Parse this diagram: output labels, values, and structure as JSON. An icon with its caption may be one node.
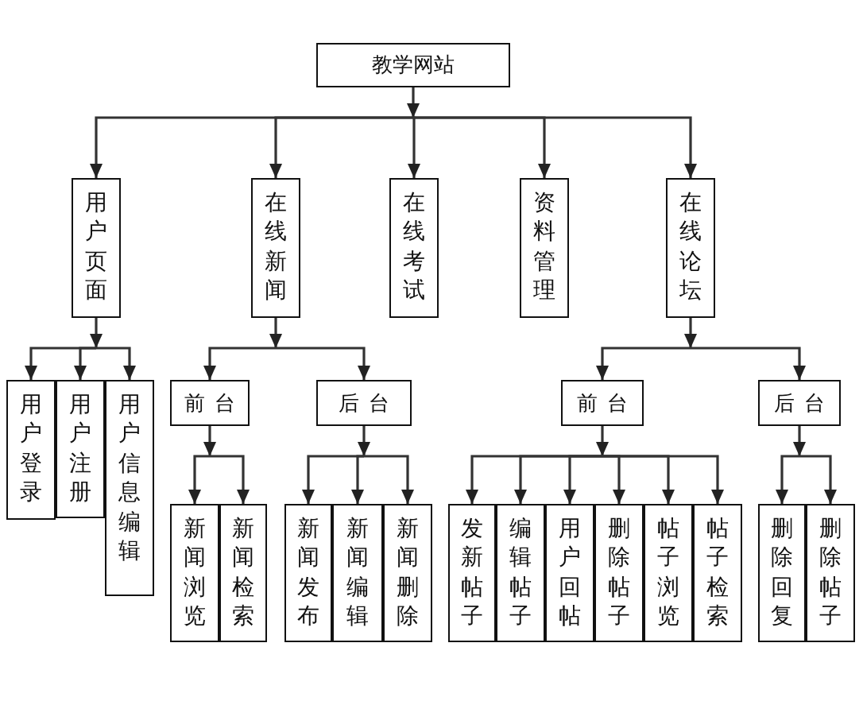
{
  "diagram": {
    "nodes": [
      {
        "text": [
          "教学网站"
        ]
      },
      {
        "text": [
          "用户页面"
        ]
      },
      {
        "text": [
          "在线新闻"
        ]
      },
      {
        "text": [
          "在线考试"
        ]
      },
      {
        "text": [
          "资料管理"
        ]
      },
      {
        "text": [
          "在线论坛"
        ]
      },
      {
        "text": [
          "用户登录"
        ]
      },
      {
        "text": [
          "用户注册"
        ]
      },
      {
        "text": [
          "用户信息编辑"
        ]
      },
      {
        "text": [
          "前台"
        ]
      },
      {
        "text": [
          "后台"
        ]
      },
      {
        "text": [
          "前台"
        ]
      },
      {
        "text": [
          "后台"
        ]
      },
      {
        "text": [
          "新闻浏览"
        ]
      },
      {
        "text": [
          "新闻检索"
        ]
      },
      {
        "text": [
          "新闻发布"
        ]
      },
      {
        "text": [
          "新闻编辑"
        ]
      },
      {
        "text": [
          "新闻删除"
        ]
      },
      {
        "text": [
          "发新帖子"
        ]
      },
      {
        "text": [
          "编辑帖子"
        ]
      },
      {
        "text": [
          "用户回帖"
        ]
      },
      {
        "text": [
          "删除帖子"
        ]
      },
      {
        "text": [
          "帖子浏览"
        ]
      },
      {
        "text": [
          "帖子检索"
        ]
      },
      {
        "text": [
          "删除回复"
        ]
      },
      {
        "text": [
          "删除帖子"
        ]
      }
    ],
    "edges": [
      {
        "from": 0,
        "to": 1,
        "arrow": "to"
      },
      {
        "from": 0,
        "to": 2,
        "arrow": "to"
      },
      {
        "from": 0,
        "to": 3,
        "arrow": "to"
      },
      {
        "from": 0,
        "to": 4,
        "arrow": "to"
      },
      {
        "from": 0,
        "to": 5,
        "arrow": "to"
      },
      {
        "from": 1,
        "to": 6,
        "arrow": "to"
      },
      {
        "from": 1,
        "to": 7,
        "arrow": "to"
      },
      {
        "from": 1,
        "to": 8,
        "arrow": "to"
      },
      {
        "from": 2,
        "to": 9,
        "arrow": "to"
      },
      {
        "from": 2,
        "to": 10,
        "arrow": "to"
      },
      {
        "from": 5,
        "to": 11,
        "arrow": "to"
      },
      {
        "from": 5,
        "to": 12,
        "arrow": "to"
      },
      {
        "from": 9,
        "to": 13,
        "arrow": "to"
      },
      {
        "from": 9,
        "to": 14,
        "arrow": "to"
      },
      {
        "from": 10,
        "to": 15,
        "arrow": "to"
      },
      {
        "from": 10,
        "to": 16,
        "arrow": "to"
      },
      {
        "from": 10,
        "to": 17,
        "arrow": "to"
      },
      {
        "from": 11,
        "to": 18,
        "arrow": "to"
      },
      {
        "from": 11,
        "to": 19,
        "arrow": "to"
      },
      {
        "from": 11,
        "to": 20,
        "arrow": "to"
      },
      {
        "from": 11,
        "to": 21,
        "arrow": "to"
      },
      {
        "from": 11,
        "to": 22,
        "arrow": "to"
      },
      {
        "from": 11,
        "to": 23,
        "arrow": "to"
      },
      {
        "from": 12,
        "to": 24,
        "arrow": "to"
      },
      {
        "from": 12,
        "to": 25,
        "arrow": "to"
      }
    ]
  }
}
